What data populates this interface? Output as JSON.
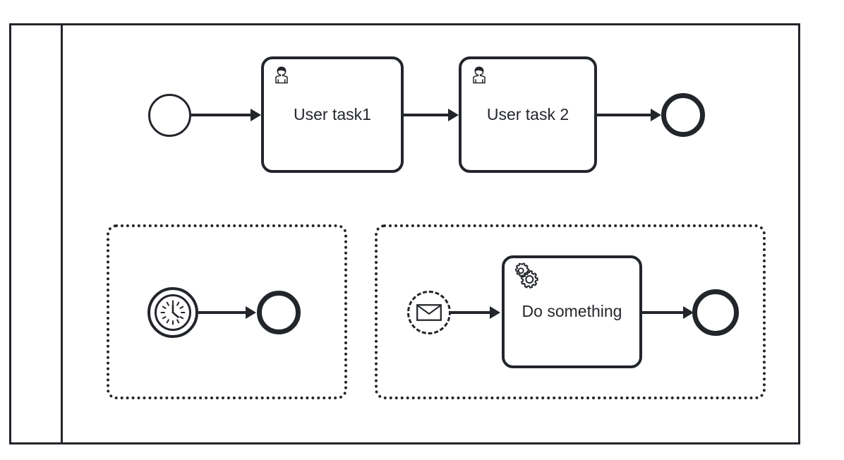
{
  "diagram": {
    "type": "bpmn-process-diagram",
    "background": "#ffffff",
    "stroke_color": "#22252a",
    "pool": {
      "name": "process-pool",
      "has_lane_header": true,
      "lane_header_label": ""
    },
    "nodes": [
      {
        "id": "start-event-1",
        "type": "start-event",
        "label": "",
        "icon": "circle-thin-icon"
      },
      {
        "id": "user-task-1",
        "type": "user-task",
        "label": "User task1",
        "icon": "user-icon"
      },
      {
        "id": "user-task-2",
        "type": "user-task",
        "label": "User task 2",
        "icon": "user-icon"
      },
      {
        "id": "end-event-1",
        "type": "end-event",
        "label": "",
        "icon": "circle-thick-icon"
      },
      {
        "id": "timer-start-event",
        "type": "timer-event",
        "label": "",
        "icon": "clock-icon"
      },
      {
        "id": "end-event-2",
        "type": "end-event",
        "label": "",
        "icon": "circle-thick-icon"
      },
      {
        "id": "message-event",
        "type": "message-event",
        "label": "",
        "icon": "envelope-icon"
      },
      {
        "id": "service-task-1",
        "type": "service-task",
        "label": "Do something",
        "icon": "gear-icon"
      },
      {
        "id": "end-event-3",
        "type": "end-event",
        "label": "",
        "icon": "circle-thick-icon"
      }
    ],
    "groups": [
      {
        "id": "group-left",
        "label": "",
        "border_style": "dotted"
      },
      {
        "id": "group-right",
        "label": "",
        "border_style": "dotted"
      }
    ],
    "flows": [
      {
        "id": "flow-1",
        "from": "start-event-1",
        "to": "user-task-1",
        "label": ""
      },
      {
        "id": "flow-2",
        "from": "user-task-1",
        "to": "user-task-2",
        "label": ""
      },
      {
        "id": "flow-3",
        "from": "user-task-2",
        "to": "end-event-1",
        "label": ""
      },
      {
        "id": "flow-4",
        "from": "timer-start-event",
        "to": "end-event-2",
        "label": ""
      },
      {
        "id": "flow-5",
        "from": "message-event",
        "to": "service-task-1",
        "label": ""
      },
      {
        "id": "flow-6",
        "from": "service-task-1",
        "to": "end-event-3",
        "label": ""
      }
    ]
  }
}
